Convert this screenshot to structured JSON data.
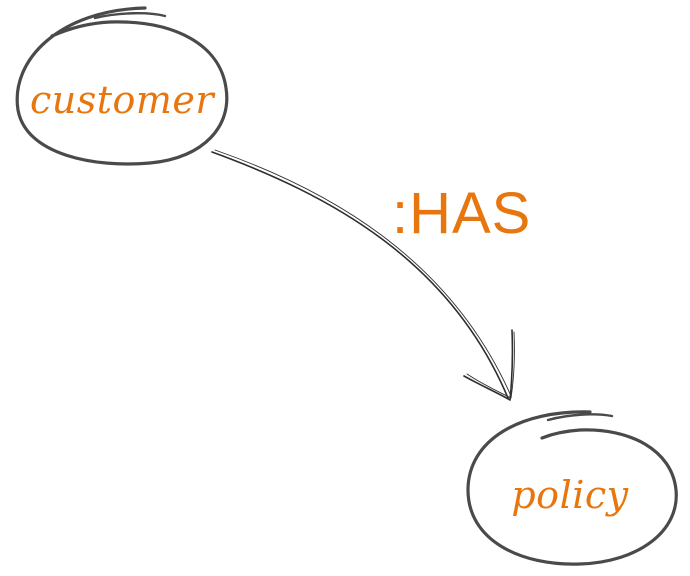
{
  "colors": {
    "accent": "#e8760f",
    "stroke": "#3a3a3a"
  },
  "nodes": {
    "customer": {
      "label": "customer"
    },
    "policy": {
      "label": "policy"
    }
  },
  "edge": {
    "label": ":HAS"
  }
}
